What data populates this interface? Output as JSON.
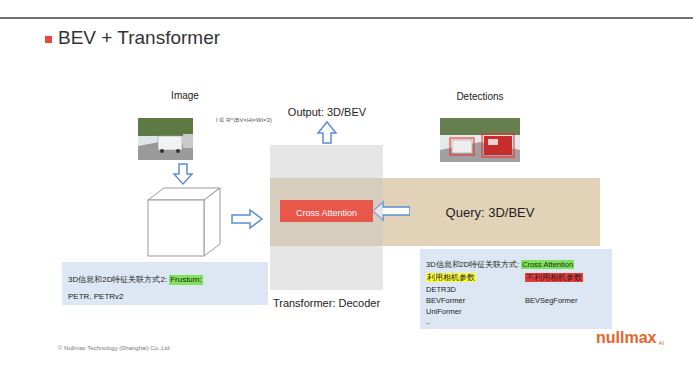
{
  "diagram": {
    "title": "BEV + Transformer",
    "nodes": [
      {
        "text": [
          "Transformer: Decoder"
        ]
      },
      {
        "text": [
          "Cross Attention"
        ],
        "in": 0
      },
      {
        "text": [
          "Query: 3D/BEV"
        ]
      },
      {
        "text": [
          "3D信息和2D特征关联方式2:",
          "Frustum:",
          "PETR, PETRv2"
        ]
      },
      {
        "text": [
          "3D信息和2D特征关联方式:",
          "Cross Attention",
          "利用相机参数",
          "不利用相机参数",
          "DETR3D",
          "BEVFormer",
          "BEVSegFormer",
          "UniFormer",
          ".."
        ]
      }
    ],
    "edges": [
      {
        "from": 2,
        "to": 1,
        "arrow": "to"
      }
    ],
    "labels": [
      "Image",
      "I ∈ R^(BV×Hi×Wi×3)",
      "Output: 3D/BEV",
      "Detections",
      "© Nullmax Technology (Shanghai) Co.,Ltd",
      "nullmax",
      "AI"
    ]
  }
}
